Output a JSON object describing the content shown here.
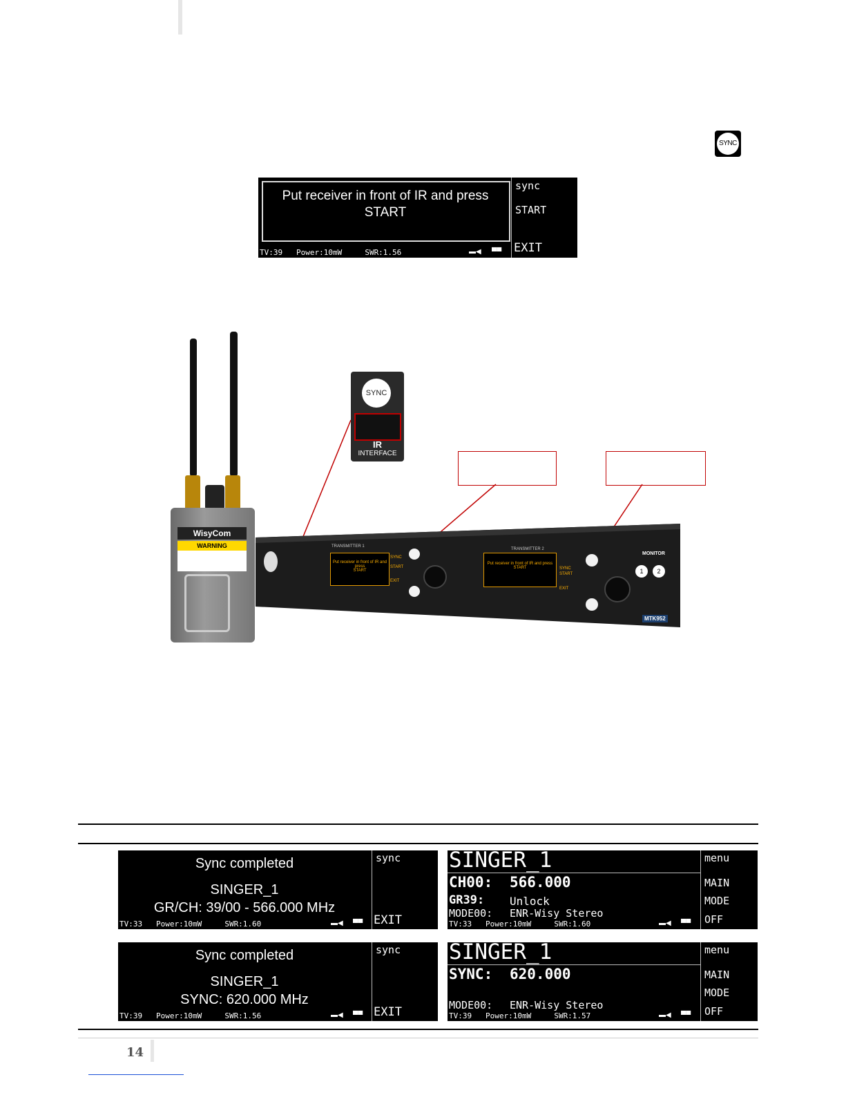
{
  "sync_icon": {
    "label": "SYNC"
  },
  "tx_screen": {
    "message_line1": "Put receiver in front of IR and press",
    "message_line2": "START",
    "side_top": "sync",
    "side_mid": "START",
    "side_bottom": "EXIT",
    "status": "TV:39   Power:10mW     SWR:1.56"
  },
  "illustration": {
    "brand": "WisyCom",
    "warning": "WARNING",
    "ir_sync": "SYNC",
    "ir_label": "IR",
    "ir_sub": "INTERFACE",
    "tx1_title": "TRANSMITTER 1",
    "tx2_title": "TRANSMITTER 2",
    "tx_msg1": "Put receiver in front of IR and press",
    "tx_msg2": "START",
    "monitor": "MONITOR",
    "model": "MTK952",
    "btn1": "1",
    "btn2": "2",
    "soft_sync": "SYNC",
    "soft_start": "START",
    "soft_exit": "EXIT"
  },
  "screens": [
    {
      "line1": "Sync completed",
      "line2": "SINGER_1",
      "line3": "GR/CH: 39/00 - 566.000 MHz",
      "side_top": "sync",
      "side_bottom": "EXIT",
      "status": "TV:33   Power:10mW     SWR:1.60"
    },
    {
      "title": "SINGER_1",
      "row1_label": "CH00:",
      "row1_value": "566.000",
      "row2_label": "GR39:",
      "row2_value": "Unlock",
      "row3_label": "MODE00:",
      "row3_value": "ENR-Wisy Stereo",
      "side1": "menu",
      "side2": "MAIN",
      "side3": "MODE",
      "side4": "OFF",
      "status": "TV:33   Power:10mW     SWR:1.60"
    },
    {
      "line1": "Sync completed",
      "line2": "SINGER_1",
      "line3": "SYNC: 620.000 MHz",
      "side_top": "sync",
      "side_bottom": "EXIT",
      "status": "TV:39   Power:10mW     SWR:1.56"
    },
    {
      "title": "SINGER_1",
      "row1_label": "SYNC:",
      "row1_value": "620.000",
      "row3_label": "MODE00:",
      "row3_value": "ENR-Wisy Stereo",
      "side1": "menu",
      "side2": "MAIN",
      "side3": "MODE",
      "side4": "OFF",
      "status": "TV:39   Power:10mW     SWR:1.57"
    }
  ],
  "footer": {
    "page_number": "14"
  }
}
